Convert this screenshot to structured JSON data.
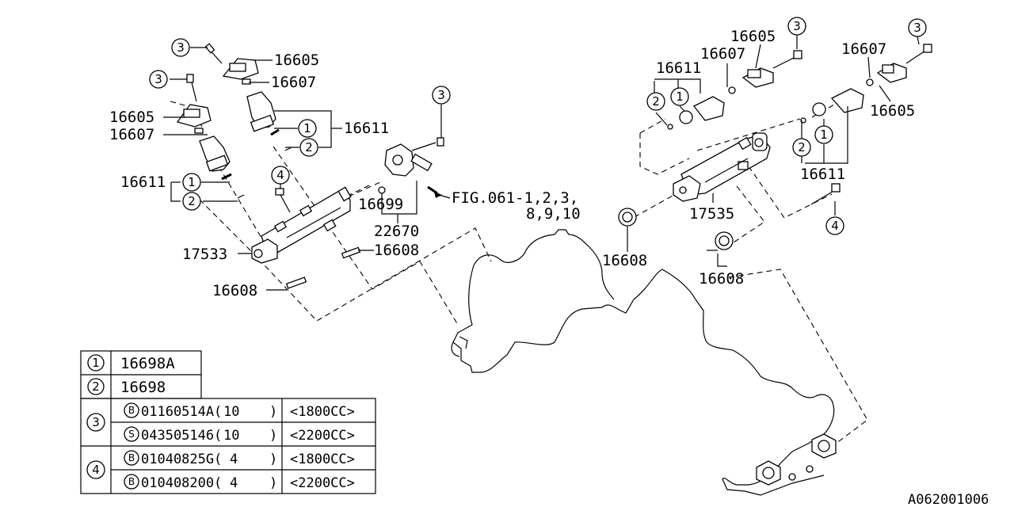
{
  "diagram_id": "A062001006",
  "callouts": {
    "left": {
      "p16605_a": "16605",
      "p16607_a": "16607",
      "p16611_a": "16611",
      "p16605_b": "16605",
      "p16607_b": "16607",
      "p16611_b": "16611",
      "p17533": "17533",
      "p16608_a": "16608",
      "p16608_b": "16608",
      "p16699": "16699",
      "p22670": "22670",
      "fig_ref_1": "FIG.061-1,2,3,",
      "fig_ref_2": "8,9,10"
    },
    "right": {
      "p16605_a": "16605",
      "p16607_a": "16607",
      "p16611_a": "16611",
      "p16605_b": "16605",
      "p16607_b": "16607",
      "p16611_b": "16611",
      "p17535": "17535",
      "p16608_a": "16608",
      "p16608_b": "16608"
    },
    "circled": {
      "c1": "1",
      "c2": "2",
      "c3": "3",
      "c4": "4"
    }
  },
  "legend": {
    "rows": [
      {
        "num": "1",
        "part": "16698A"
      },
      {
        "num": "2",
        "part": "16698"
      }
    ],
    "groups": [
      {
        "num": "3",
        "rows": [
          {
            "prefix": "B",
            "part": "01160514A",
            "qty": "10",
            "spec": "<1800CC>"
          },
          {
            "prefix": "S",
            "part": "043505146",
            "qty": "10",
            "spec": "<2200CC>"
          }
        ]
      },
      {
        "num": "4",
        "rows": [
          {
            "prefix": "B",
            "part": "01040825G",
            "qty": "4",
            "spec": "<1800CC>"
          },
          {
            "prefix": "B",
            "part": "010408200",
            "qty": "4",
            "spec": "<2200CC>"
          }
        ]
      }
    ]
  }
}
